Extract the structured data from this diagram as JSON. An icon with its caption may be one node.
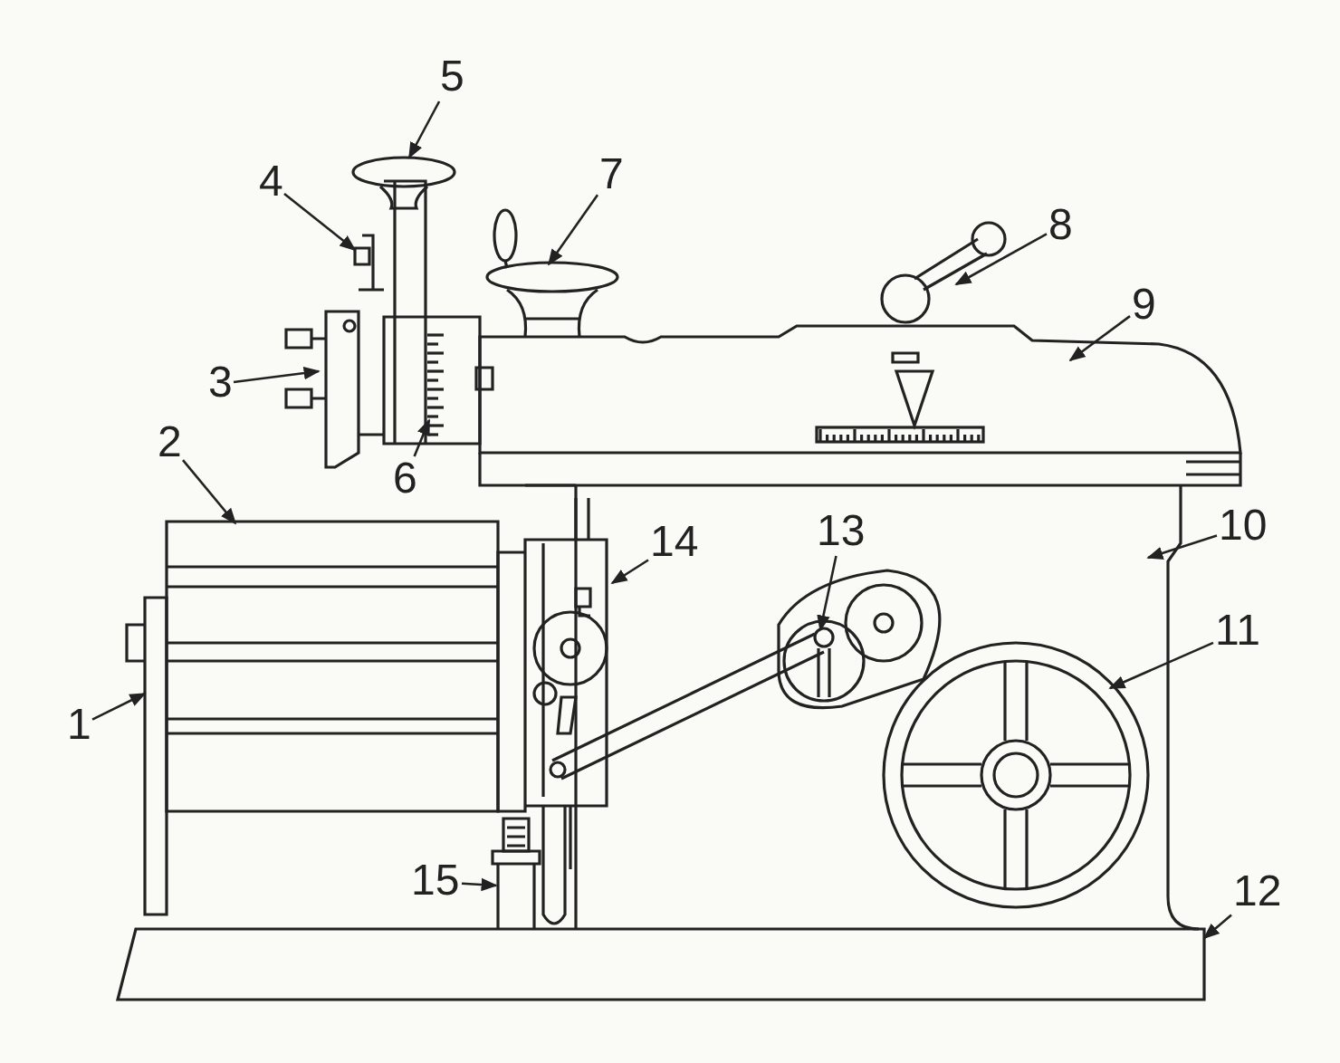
{
  "diagram": {
    "nodes": [
      {
        "text": [
          "1"
        ]
      },
      {
        "text": [
          "2"
        ]
      },
      {
        "text": [
          "3"
        ]
      },
      {
        "text": [
          "4"
        ]
      },
      {
        "text": [
          "5"
        ]
      },
      {
        "text": [
          "6"
        ]
      },
      {
        "text": [
          "7"
        ]
      },
      {
        "text": [
          "8"
        ]
      },
      {
        "text": [
          "9"
        ]
      },
      {
        "text": [
          "10"
        ]
      },
      {
        "text": [
          "11"
        ]
      },
      {
        "text": [
          "12"
        ]
      },
      {
        "text": [
          "13"
        ]
      },
      {
        "text": [
          "14"
        ]
      },
      {
        "text": [
          "15"
        ]
      }
    ],
    "edges": [
      {
        "from": 0,
        "to": null,
        "arrow": "to"
      },
      {
        "from": 1,
        "to": null,
        "arrow": "to"
      },
      {
        "from": 2,
        "to": null,
        "arrow": "to"
      },
      {
        "from": 3,
        "to": null,
        "arrow": "to"
      },
      {
        "from": 4,
        "to": null,
        "arrow": "to"
      },
      {
        "from": 5,
        "to": null,
        "arrow": "to"
      },
      {
        "from": 6,
        "to": null,
        "arrow": "to"
      },
      {
        "from": 7,
        "to": null,
        "arrow": "to"
      },
      {
        "from": 8,
        "to": null,
        "arrow": "to"
      },
      {
        "from": 9,
        "to": null,
        "arrow": "to"
      },
      {
        "from": 10,
        "to": null,
        "arrow": "to"
      },
      {
        "from": 11,
        "to": null,
        "arrow": "to"
      },
      {
        "from": 12,
        "to": null,
        "arrow": "to"
      },
      {
        "from": 13,
        "to": null,
        "arrow": "to"
      },
      {
        "from": 14,
        "to": null,
        "arrow": "to"
      }
    ]
  }
}
